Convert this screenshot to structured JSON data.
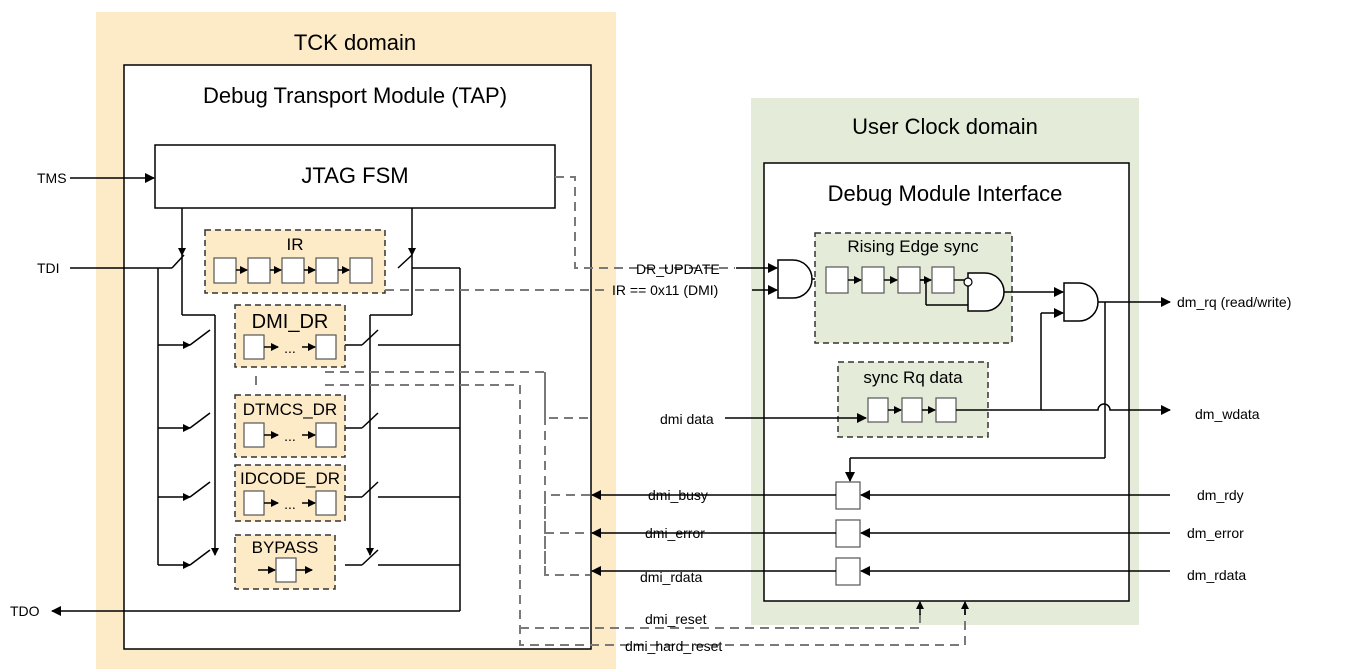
{
  "domains": {
    "tck": "TCK domain",
    "user_clock": "User Clock domain"
  },
  "modules": {
    "dtm": "Debug Transport Module (TAP)",
    "jtag_fsm": "JTAG FSM",
    "dmi": "Debug Module Interface"
  },
  "registers": {
    "ir": "IR",
    "dmi_dr": "DMI_DR",
    "dtmcs_dr": "DTMCS_DR",
    "idcode_dr": "IDCODE_DR",
    "bypass": "BYPASS",
    "ellipsis": "..."
  },
  "blocks": {
    "rising_edge_sync": "Rising Edge sync",
    "sync_rq_data": "sync Rq data"
  },
  "jtag_pins": {
    "tms": "TMS",
    "tdi": "TDI",
    "tdo": "TDO"
  },
  "internal_signals": {
    "dr_update": "DR_UPDATE",
    "ir_dmi": "IR == 0x11 (DMI)",
    "dmi_data": "dmi data",
    "dmi_busy": "dmi_busy",
    "dmi_error": "dmi_error",
    "dmi_rdata": "dmi_rdata",
    "dmi_reset": "dmi_reset",
    "dmi_hard_reset": "dmi_hard_reset"
  },
  "dm_signals": {
    "dm_rq": "dm_rq (read/write)",
    "dm_wdata": "dm_wdata",
    "dm_rdy": "dm_rdy",
    "dm_error": "dm_error",
    "dm_rdata": "dm_rdata"
  },
  "colors": {
    "tck_domain_bg": "#fdebc8",
    "user_domain_bg": "#e4ecd9",
    "register_bg": "#fdebc8",
    "block_bg": "#e4ecd9",
    "dashed_line": "#7a7a7a"
  }
}
